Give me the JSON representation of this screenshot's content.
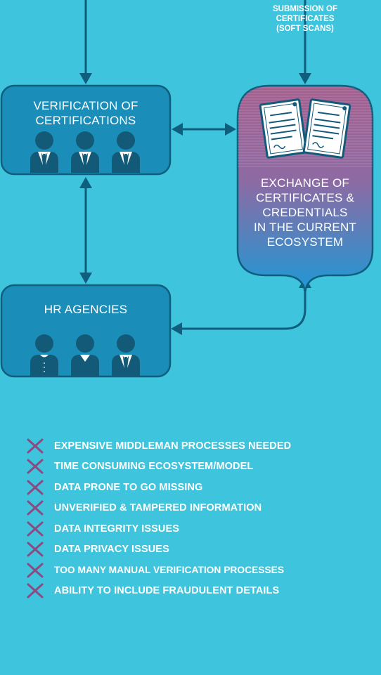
{
  "submission": {
    "label": "SUBMISSION OF\nCERTIFICATES\n(SOFT SCANS)"
  },
  "boxes": {
    "verification": {
      "label": "VERIFICATION OF\nCERTIFICATIONS"
    },
    "hr_agencies": {
      "label": "HR AGENCIES"
    },
    "exchange": {
      "label": "EXCHANGE OF\nCERTIFICATES &\nCREDENTIALS\nIN THE CURRENT\nECOSYSTEM"
    }
  },
  "issues": [
    {
      "text": "EXPENSIVE MIDDLEMAN PROCESSES NEEDED",
      "icon": "x-mark-icon"
    },
    {
      "text": "TIME CONSUMING ECOSYSTEM/MODEL",
      "icon": "x-mark-icon"
    },
    {
      "text": "DATA PRONE TO GO MISSING",
      "icon": "x-mark-icon"
    },
    {
      "text": "UNVERIFIED & TAMPERED INFORMATION",
      "icon": "x-mark-icon"
    },
    {
      "text": "DATA INTEGRITY ISSUES",
      "icon": "x-mark-icon"
    },
    {
      "text": "DATA PRIVACY ISSUES",
      "icon": "x-mark-icon"
    },
    {
      "text": "TOO MANY MANUAL VERIFICATION PROCESSES",
      "icon": "x-mark-icon"
    },
    {
      "text": "ABILITY TO INCLUDE FRAUDULENT DETAILS",
      "icon": "x-mark-icon"
    }
  ],
  "colors": {
    "background": "#3ec4dc",
    "box_fill": "#1a8db8",
    "box_stroke": "#0f5e7e",
    "line": "#0f5e7e",
    "person": "#135a78",
    "exchange_top": "#a45f8e",
    "exchange_bottom": "#1b9ad7",
    "x_mark": "#8c4a82",
    "text": "#ffffff"
  }
}
